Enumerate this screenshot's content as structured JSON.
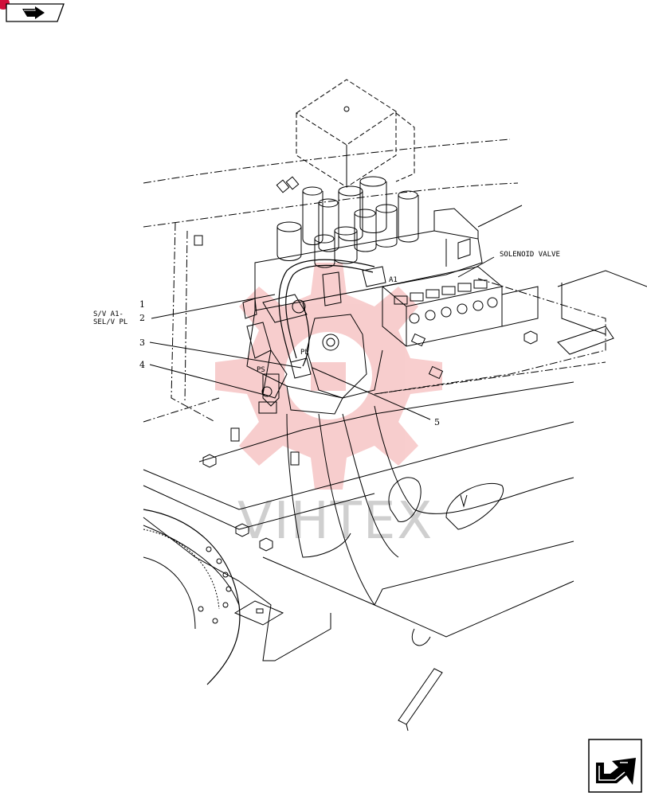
{
  "diagram": {
    "callouts": {
      "sv_line1": "S/V A1-",
      "sv_line2": "SEL/V PL",
      "solenoid_valve": "SOLENOID VALVE",
      "a1": "A1",
      "pl": "PL",
      "ps": "PS"
    },
    "item_numbers": [
      "1",
      "2",
      "3",
      "4",
      "5"
    ],
    "watermark": "VIHTEX"
  },
  "colors": {
    "line": "#000000",
    "watermark_red": "#f2a5a5",
    "watermark_gray": "#cfcfcf",
    "nav_badge": "#d0103a"
  },
  "nav": {
    "prev_icon": "arrow-left-icon",
    "next_icon": "arrow-right-icon"
  }
}
